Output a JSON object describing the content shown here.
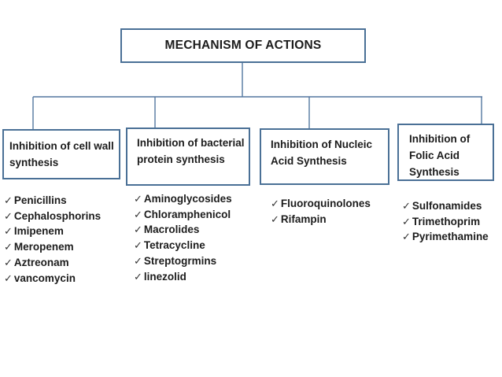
{
  "title": "MECHANISM OF ACTIONS",
  "icons": {
    "check": "✓"
  },
  "colors": {
    "box_border": "#4a7096",
    "connector": "#53779f",
    "text": "#1c1c1c",
    "background": "#ffffff"
  },
  "branches": [
    {
      "label": "Inhibition of cell wall synthesis",
      "drugs": [
        "Penicillins",
        "Cephalosphorins",
        "Imipenem",
        "Meropenem",
        "Aztreonam",
        "vancomycin"
      ]
    },
    {
      "label": "Inhibition of bacterial protein synthesis",
      "drugs": [
        "Aminoglycosides",
        "Chloramphenicol",
        "Macrolides",
        "Tetracycline",
        "Streptogrmins",
        "linezolid"
      ]
    },
    {
      "label": "Inhibition of Nucleic Acid Synthesis",
      "drugs": [
        "Fluoroquinolones",
        "Rifampin"
      ]
    },
    {
      "label": "Inhibition of Folic Acid Synthesis",
      "drugs": [
        "Sulfonamides",
        "Trimethoprim",
        "Pyrimethamine"
      ]
    }
  ]
}
